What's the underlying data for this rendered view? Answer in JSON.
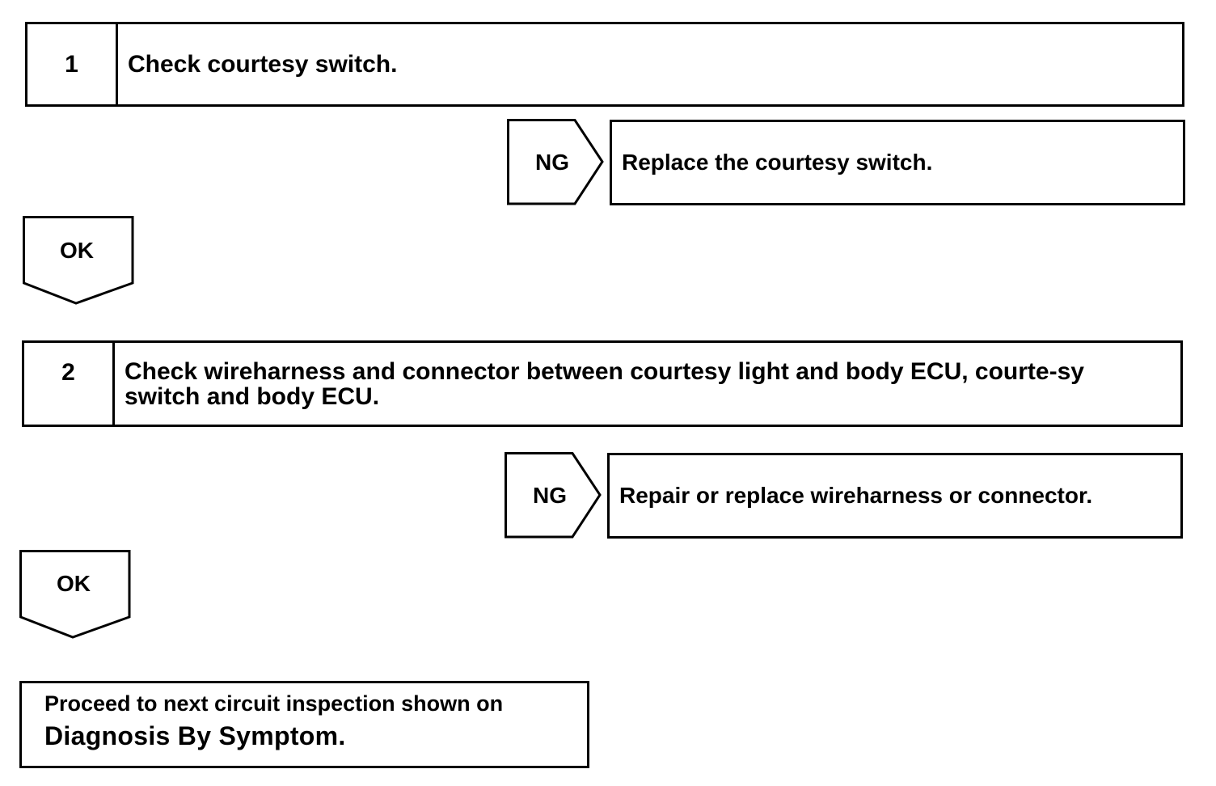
{
  "steps": [
    {
      "number": "1",
      "text": "Check courtesy switch."
    },
    {
      "number": "2",
      "text": "Check wireharness and connector between courtesy light and body ECU, courte-sy switch and body ECU."
    }
  ],
  "branches": [
    {
      "ng_label": "NG",
      "ng_action": "Replace the courtesy switch.",
      "ok_label": "OK"
    },
    {
      "ng_label": "NG",
      "ng_action": "Repair or replace wireharness or connector.",
      "ok_label": "OK"
    }
  ],
  "final": {
    "line1": "Proceed to next circuit inspection shown on",
    "line2": "Diagnosis By Symptom."
  }
}
